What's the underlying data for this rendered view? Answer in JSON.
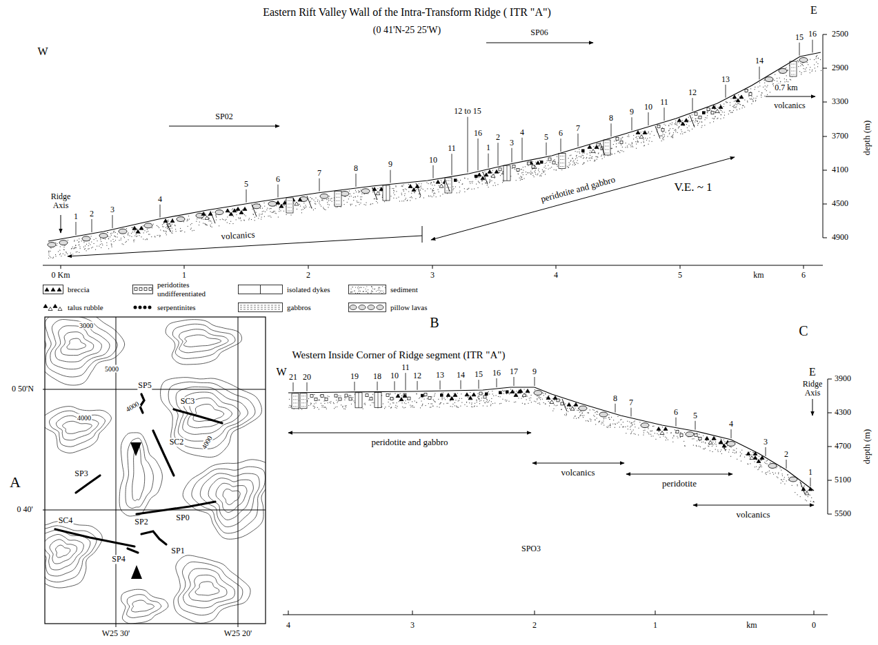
{
  "diagram": {
    "labels": [
      "Eastern Rift Valley Wall of the Intra-Transform Ridge ( ITR \"A\")",
      "(0 41'N-25 25'W)",
      "W",
      "E",
      "SP02",
      "SP06",
      "Ridge Axis",
      "1",
      "2",
      "3",
      "4",
      "5",
      "6",
      "7",
      "8",
      "9",
      "10",
      "11",
      "12 to 15",
      "16",
      "1",
      "2",
      "3",
      "4",
      "5",
      "6",
      "7",
      "8",
      "9",
      "10",
      "11",
      "12",
      "13",
      "14",
      "15",
      "16",
      "0.7 km",
      "volcanics",
      "peridotite and gabbro",
      "volcanics",
      "V.E. ~ 1",
      "2500",
      "2900",
      "3300",
      "3700",
      "4100",
      "4500",
      "4900",
      "depth (m)",
      "0 Km",
      "1",
      "2",
      "3",
      "4",
      "5",
      "km",
      "6",
      "B",
      "A",
      "0 50'N",
      "0 40'",
      "W25 30'",
      "W25 20'",
      "3000",
      "5000",
      "4000",
      "4000",
      "4000",
      "SP5",
      "SC3",
      "SC2",
      "SP3",
      "SP2",
      "SP0",
      "SP1",
      "SC4",
      "SP4",
      "C",
      "Western Inside Corner of Ridge segment (ITR \"A\")",
      "W",
      "E",
      "Ridge Axis",
      "21",
      "20",
      "19",
      "18",
      "10",
      "11",
      "12",
      "13",
      "14",
      "15",
      "16",
      "17",
      "9",
      "8",
      "7",
      "6",
      "5",
      "4",
      "3",
      "2",
      "1",
      "peridotite and gabbro",
      "volcanics",
      "peridotite",
      "volcanics",
      "SPO3",
      "3900",
      "4300",
      "4700",
      "5100",
      "5500",
      "depth (m)",
      "4",
      "3",
      "2",
      "1",
      "km",
      "0"
    ],
    "legend": [
      {
        "text": "breccia"
      },
      {
        "text": "peridotites undifferentiated"
      },
      {
        "text": "isolated dykes"
      },
      {
        "text": "sediment"
      },
      {
        "text": "talus rubble"
      },
      {
        "text": "serpentinites"
      },
      {
        "text": "gabbros"
      },
      {
        "text": "pillow lavas"
      }
    ]
  }
}
